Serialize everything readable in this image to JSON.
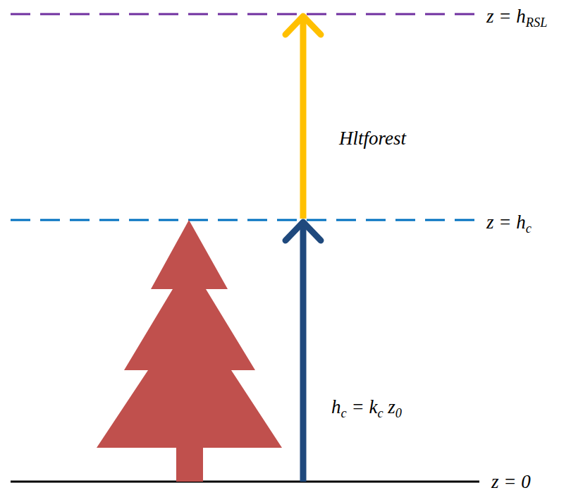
{
  "diagram": {
    "labels": [
      "z = hRSL",
      "Hltforest",
      "z = hc",
      "hc = kc z0",
      "z = 0"
    ]
  }
}
